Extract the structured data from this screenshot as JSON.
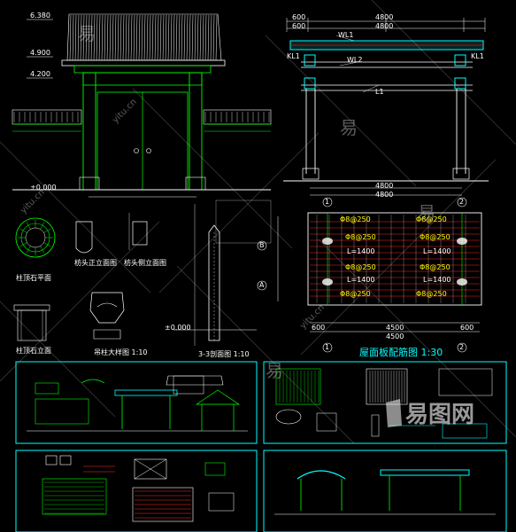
{
  "elevation_levels": [
    "6.380",
    "4.900",
    "4.200",
    "±0.000"
  ],
  "frame_top_dims": [
    "600",
    "4800",
    "600",
    "4800"
  ],
  "frame_bottom_dims": [
    "4800",
    "4800"
  ],
  "beam_tags": {
    "wl1": "WL1",
    "wl2": "WL2",
    "l1": "L1",
    "kl1_left": "KL1",
    "kl1_right": "KL1"
  },
  "captions": {
    "column_base_plan": "柱顶石平面",
    "column_base_elev": "柱顶石立面",
    "bracket_front": "枋头正立面图",
    "bracket_side": "枋头侧立面图",
    "column_detail": "吊柱大样图 1:10",
    "section_33": "3-3剖面图 1:10",
    "roof_rebar": "屋面板配筋图 1:30"
  },
  "column_detail_scale": "1:10",
  "roof_plan_labels": {
    "axis_top_1": "1",
    "axis_top_2": "2",
    "axis_bot_1": "1",
    "axis_bot_2": "2",
    "axis_a": "A",
    "axis_b": "B",
    "dim_width": "4500"
  },
  "rebar_tags": [
    "Φ8@250",
    "Φ8@250",
    "Φ8@250",
    "Φ8@250",
    "Φ8@250",
    "Φ8@250",
    "Φ8@250",
    "Φ8@250"
  ],
  "rebar_len": [
    "L=1400",
    "L=1400",
    "L=1400",
    "L=1400"
  ],
  "small_dims": [
    "600",
    "4500",
    "600"
  ],
  "elev_marker": "±0.000",
  "watermarks": [
    "易",
    "yitu.cn",
    "易",
    "yitu.cn",
    "易",
    "yitu.cn",
    "易"
  ],
  "logo_text": "易图网"
}
